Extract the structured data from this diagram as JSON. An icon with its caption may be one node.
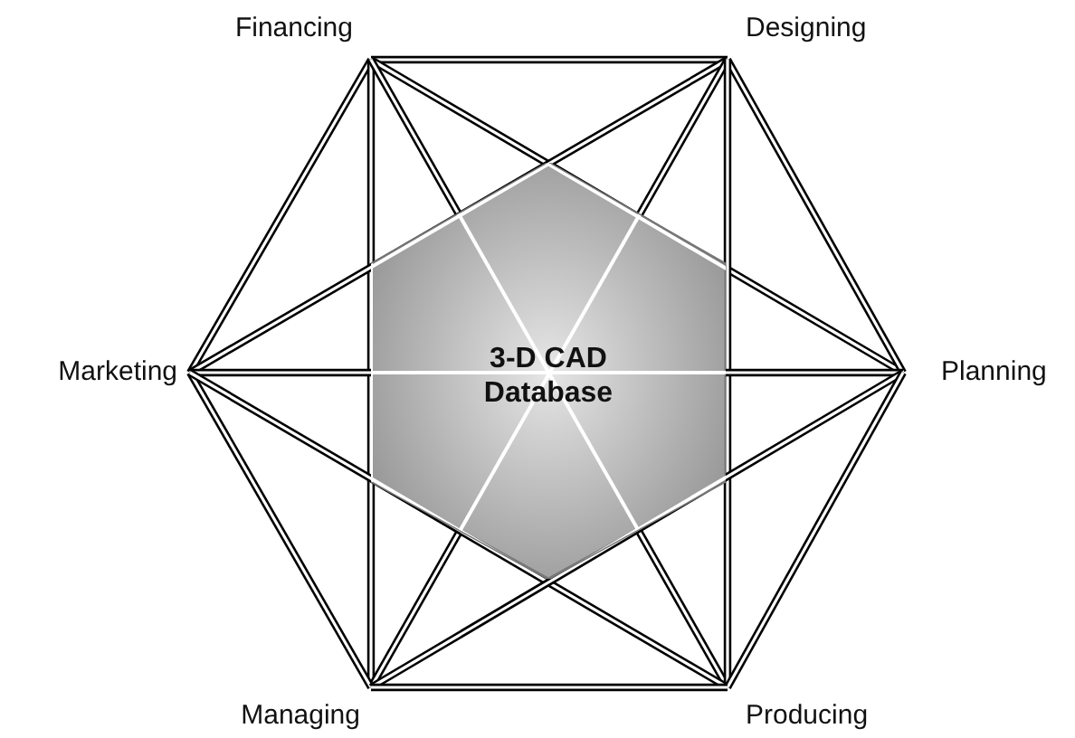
{
  "diagram": {
    "nodes": [
      {
        "text": [
          "Financing"
        ]
      },
      {
        "text": [
          "Designing"
        ]
      },
      {
        "text": [
          "Marketing"
        ]
      },
      {
        "text": [
          "3-D CAD Database"
        ]
      },
      {
        "text": [
          "Planning"
        ]
      },
      {
        "text": [
          "Managing"
        ]
      },
      {
        "text": [
          "Producing"
        ]
      }
    ],
    "edges": [
      {
        "from": 0,
        "to": 1,
        "arrow": "none"
      },
      {
        "from": 0,
        "to": 2,
        "arrow": "none"
      },
      {
        "from": 0,
        "to": 4,
        "arrow": "none"
      },
      {
        "from": 0,
        "to": 5,
        "arrow": "none"
      },
      {
        "from": 0,
        "to": 6,
        "arrow": "none"
      },
      {
        "from": 1,
        "to": 2,
        "arrow": "none"
      },
      {
        "from": 1,
        "to": 4,
        "arrow": "none"
      },
      {
        "from": 1,
        "to": 5,
        "arrow": "none"
      },
      {
        "from": 1,
        "to": 6,
        "arrow": "none"
      },
      {
        "from": 2,
        "to": 4,
        "arrow": "none"
      },
      {
        "from": 2,
        "to": 5,
        "arrow": "none"
      },
      {
        "from": 2,
        "to": 6,
        "arrow": "none"
      },
      {
        "from": 4,
        "to": 5,
        "arrow": "none"
      },
      {
        "from": 4,
        "to": 6,
        "arrow": "none"
      },
      {
        "from": 5,
        "to": 6,
        "arrow": "none"
      }
    ]
  }
}
